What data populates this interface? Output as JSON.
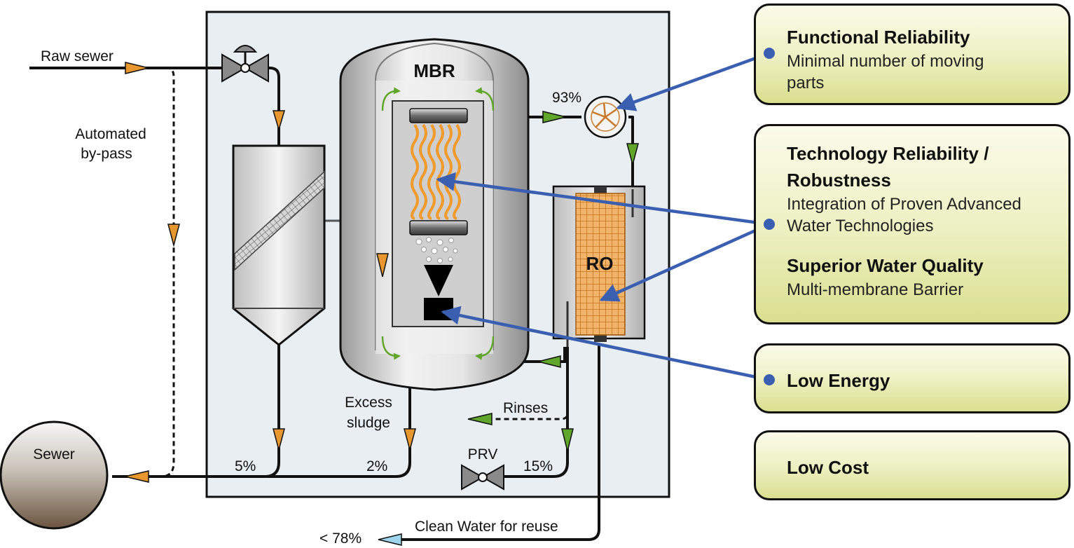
{
  "colors": {
    "panel": "#e8eef2",
    "accent_blue": "#3b5fb0",
    "orange": "#e8962e",
    "green": "#5fa62a",
    "light_blue": "#9fd5ec",
    "card_fill": "#eef1c4"
  },
  "labels": {
    "raw_sewer": "Raw sewer",
    "bypass_line1": "Automated",
    "bypass_line2": "by-pass",
    "sewer": "Sewer",
    "mbr": "MBR",
    "ro": "RO",
    "pct_93": "93%",
    "excess_line1": "Excess",
    "excess_line2": "sludge",
    "rinses": "Rinses",
    "prv": "PRV",
    "pct_5": "5%",
    "pct_2": "2%",
    "pct_15": "15%",
    "clean_water": "Clean Water for reuse",
    "pct_78": "< 78%"
  },
  "cards": {
    "functional": {
      "title": "Functional Reliability",
      "line1": "Minimal number of moving",
      "line2": "parts"
    },
    "technology": {
      "title_line1": "Technology Reliability /",
      "title_line2": "Robustness",
      "line1": "Integration of Proven Advanced",
      "line2": "Water Technologies",
      "title2": "Superior Water Quality",
      "line3": "Multi-membrane Barrier"
    },
    "energy": {
      "title": "Low Energy"
    },
    "cost": {
      "title": "Low Cost"
    }
  },
  "icons": [
    "valve-icon",
    "pump-icon",
    "prv-valve-icon",
    "flow-arrow-icon",
    "recirculation-arrow-icon"
  ]
}
